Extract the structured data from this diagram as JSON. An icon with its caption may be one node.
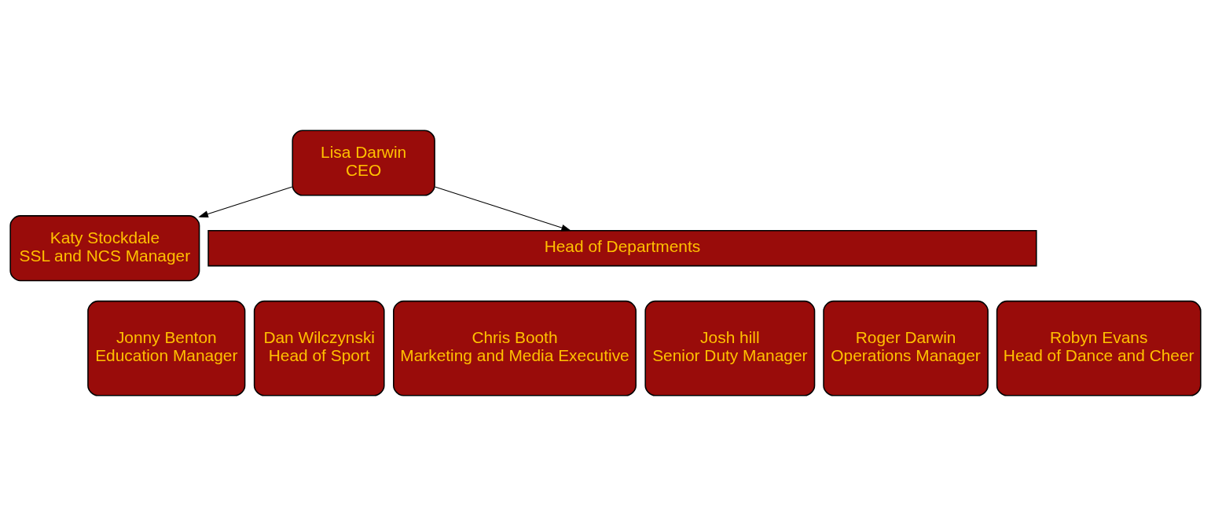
{
  "diagram": {
    "nodes": [
      {
        "text": [
          "Lisa Darwin",
          "CEO"
        ]
      },
      {
        "text": [
          "Katy Stockdale",
          "SSL and NCS Manager"
        ]
      },
      {
        "text": [
          "Head of Departments"
        ]
      },
      {
        "text": [
          "Jonny Benton",
          "Education Manager"
        ]
      },
      {
        "text": [
          "Dan Wilczynski",
          "Head of Sport"
        ]
      },
      {
        "text": [
          "Chris Booth",
          "Marketing and Media Executive"
        ]
      },
      {
        "text": [
          "Josh hill",
          "Senior Duty Manager"
        ]
      },
      {
        "text": [
          "Roger Darwin",
          "Operations Manager"
        ]
      },
      {
        "text": [
          "Robyn Evans",
          "Head of Dance and Cheer"
        ]
      }
    ],
    "edges": [
      {
        "from": 0,
        "to": 2,
        "arrow": "to"
      },
      {
        "from": 0,
        "to": 1,
        "arrow": "to"
      }
    ]
  }
}
